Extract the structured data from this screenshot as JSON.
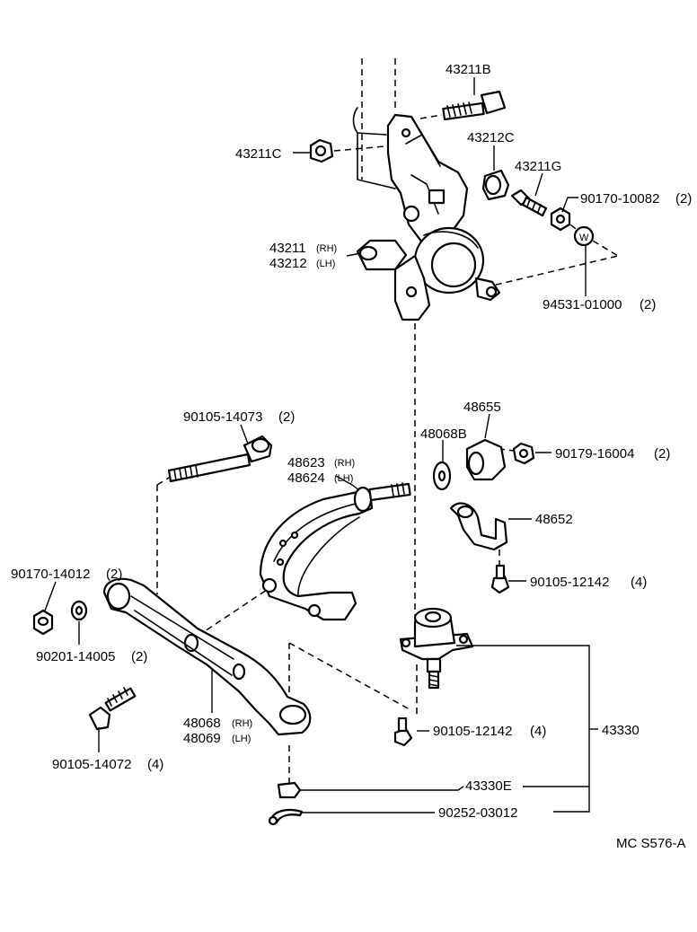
{
  "diagram": {
    "code": "MC S576-A",
    "parts": {
      "p43211B": "43211B",
      "p43211C": "43211C",
      "p43212C": "43212C",
      "p43211G": "43211G",
      "p90170_10082": "90170-10082",
      "p90170_10082_qty": "(2)",
      "p43211": "43211",
      "p43212": "43212",
      "rh": "(RH)",
      "lh": "(LH)",
      "p94531_01000": "94531-01000",
      "p94531_01000_qty": "(2)",
      "p90105_14073": "90105-14073",
      "p90105_14073_qty": "(2)",
      "p48623": "48623",
      "p48624": "48624",
      "p48655": "48655",
      "p48068B": "48068B",
      "p90179_16004": "90179-16004",
      "p90179_16004_qty": "(2)",
      "p48652": "48652",
      "p90170_14012": "90170-14012",
      "p90170_14012_qty": "(2)",
      "p90105_12142_a": "90105-12142",
      "p90105_12142_a_qty": "(4)",
      "p90201_14005": "90201-14005",
      "p90201_14005_qty": "(2)",
      "p48068": "48068",
      "p48069": "48069",
      "p90105_12142_b": "90105-12142",
      "p90105_12142_b_qty": "(4)",
      "p43330": "43330",
      "p90105_14072": "90105-14072",
      "p90105_14072_qty": "(4)",
      "p43330E": "43330E",
      "p90252_03012": "90252-03012",
      "washer_mark": "W"
    }
  }
}
